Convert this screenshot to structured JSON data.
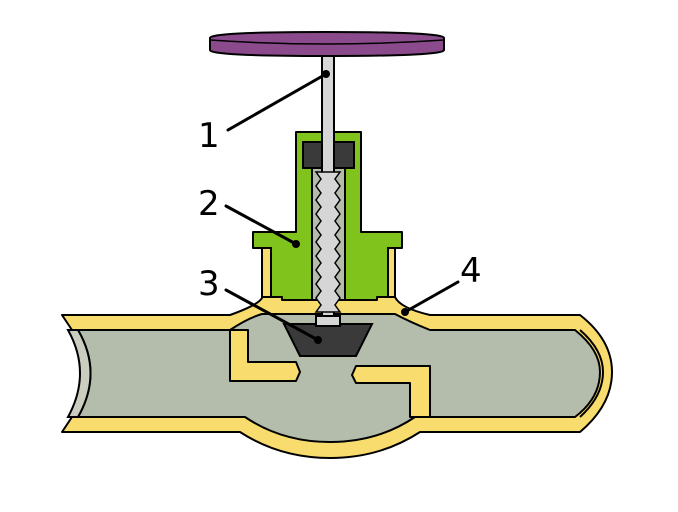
{
  "callouts": [
    {
      "id": "1",
      "label": "1"
    },
    {
      "id": "2",
      "label": "2"
    },
    {
      "id": "3",
      "label": "3"
    },
    {
      "id": "4",
      "label": "4"
    }
  ],
  "colors": {
    "handwheel": "#8b4a8c",
    "bonnet": "#7fc31c",
    "body_casting": "#f8dc6e",
    "fluid_cavity": "#b4bcab",
    "stem": "#d6d6d6",
    "seal_disc": "#3a3a3a",
    "outline": "#000000"
  }
}
